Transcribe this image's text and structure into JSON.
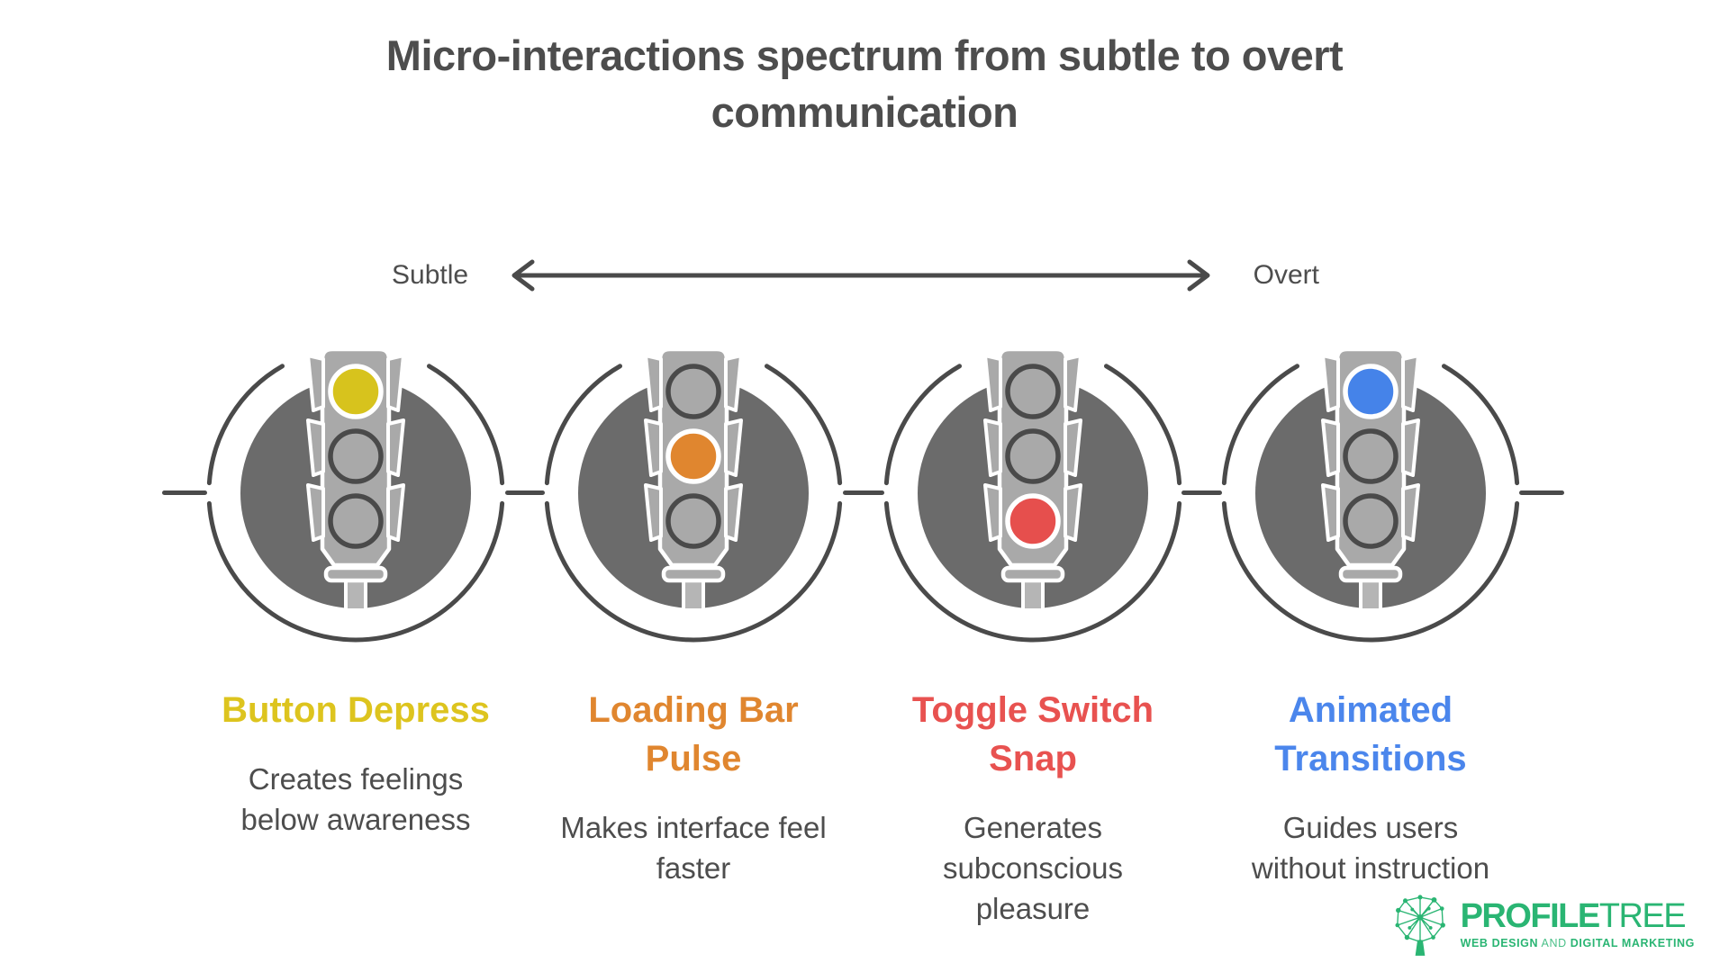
{
  "title": {
    "lines": [
      "Micro-interactions spectrum from subtle to overt",
      "communication"
    ]
  },
  "spectrum": {
    "left_label": "Subtle",
    "right_label": "Overt"
  },
  "groups": [
    {
      "heading_lines": [
        "Button Depress"
      ],
      "accent": "#ddc41e",
      "desc_lines": [
        "Creates feelings",
        "below awareness"
      ],
      "lights": [
        {
          "fill": "#d7c31d",
          "ring": "#ffffff"
        },
        {
          "fill": "#a9a9a9",
          "ring": "#4a4a4a"
        },
        {
          "fill": "#a9a9a9",
          "ring": "#4a4a4a"
        }
      ]
    },
    {
      "heading_lines": [
        "Loading Bar",
        "Pulse"
      ],
      "accent": "#e0862f",
      "desc_lines": [
        "Makes interface feel",
        "faster"
      ],
      "lights": [
        {
          "fill": "#a9a9a9",
          "ring": "#4a4a4a"
        },
        {
          "fill": "#e0862f",
          "ring": "#ffffff"
        },
        {
          "fill": "#a9a9a9",
          "ring": "#4a4a4a"
        }
      ]
    },
    {
      "heading_lines": [
        "Toggle Switch",
        "Snap"
      ],
      "accent": "#e85250",
      "desc_lines": [
        "Generates",
        "subconscious",
        "pleasure"
      ],
      "lights": [
        {
          "fill": "#a9a9a9",
          "ring": "#4a4a4a"
        },
        {
          "fill": "#a9a9a9",
          "ring": "#4a4a4a"
        },
        {
          "fill": "#e64f4d",
          "ring": "#ffffff"
        }
      ]
    },
    {
      "heading_lines": [
        "Animated",
        "Transitions"
      ],
      "accent": "#4b86ec",
      "desc_lines": [
        "Guides users",
        "without instruction"
      ],
      "lights": [
        {
          "fill": "#4583e9",
          "ring": "#ffffff"
        },
        {
          "fill": "#a9a9a9",
          "ring": "#4a4a4a"
        },
        {
          "fill": "#a9a9a9",
          "ring": "#4a4a4a"
        }
      ]
    }
  ],
  "logo": {
    "brand_bold": "PROFILE",
    "brand_light": "TREE",
    "tagline_bold_1": "WEB DESIGN",
    "tagline_light": "AND",
    "tagline_bold_2": "DIGITAL MARKETING",
    "green": "#2ab573"
  },
  "colors": {
    "title_text": "#4d4d4d",
    "body_text": "#4d4d4d",
    "traffic_light_gray": "#a9a9a9",
    "circle_fill": "#6b6b6b",
    "line": "#4a4a4a",
    "background": "#ffffff"
  }
}
